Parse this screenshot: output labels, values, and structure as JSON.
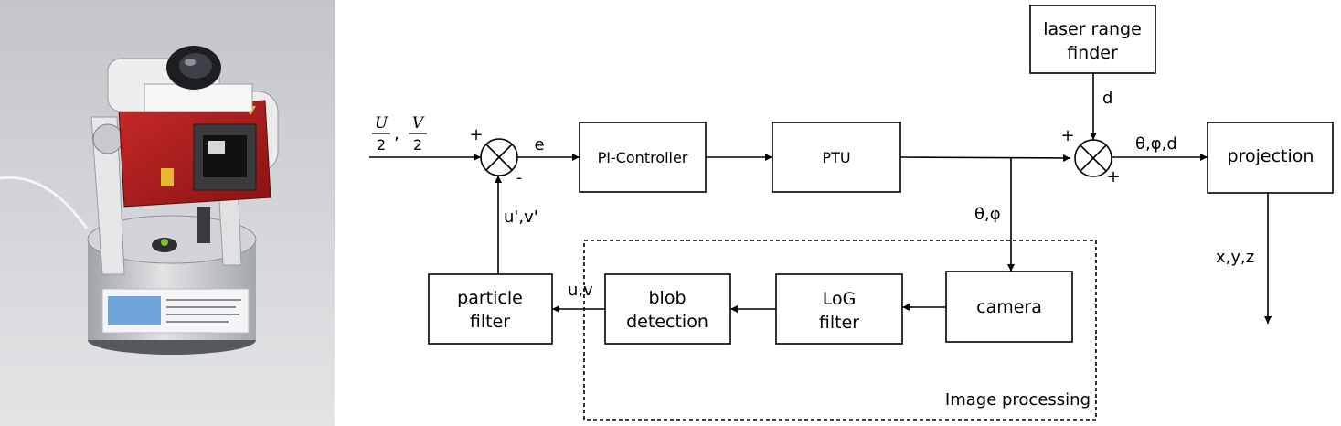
{
  "blocks": {
    "pi_controller": "PI-Controller",
    "ptu": "PTU",
    "laser_range_finder": [
      "laser range",
      "finder"
    ],
    "projection": "projection",
    "camera": "camera",
    "log_filter": [
      "LoG",
      "filter"
    ],
    "blob_detection": [
      "blob",
      "detection"
    ],
    "particle_filter": [
      "particle",
      "filter"
    ]
  },
  "signals": {
    "input_u_num": "U",
    "input_v_num": "V",
    "input_den": "2",
    "input_sep": ",",
    "error": "e",
    "distance": "d",
    "angles_to_sum": "θ,φ",
    "sum_output": "θ,φ,d",
    "output": "x,y,z",
    "blob_output": "u,v",
    "feedback": "u',v'"
  },
  "summing_signs": {
    "first_plus": "+",
    "first_minus": "-",
    "second_top_plus": "+",
    "second_bottom_plus": "+"
  },
  "group_label": "Image processing",
  "colors": {
    "line": "#000000",
    "background": "#ffffff",
    "sensor_body_red": "#b01c1c",
    "base_metal": "#c9cbcf",
    "photo_background": "#d9dadc",
    "logo_blue": "#6fa4d8"
  }
}
